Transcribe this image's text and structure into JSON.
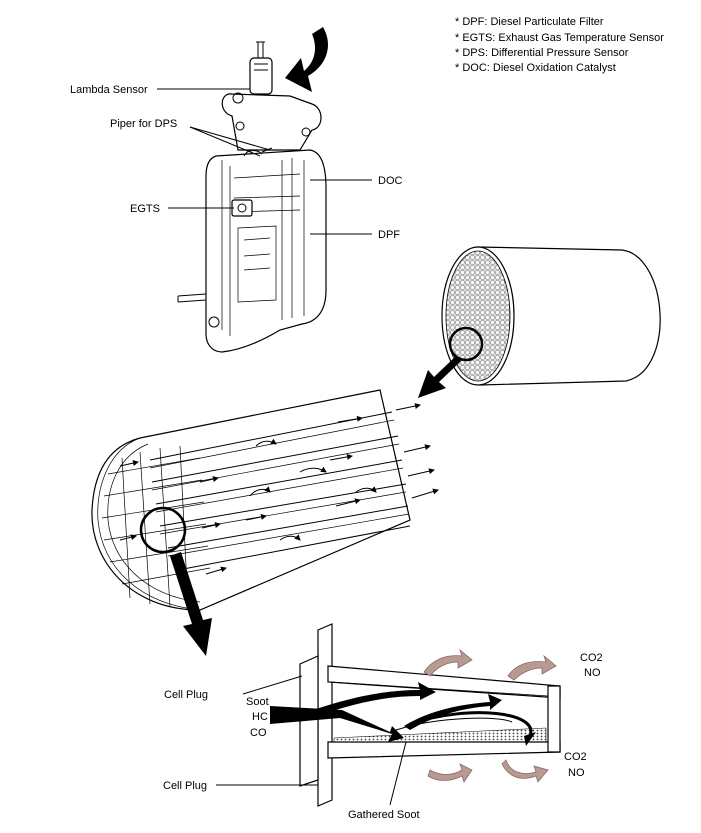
{
  "legend": [
    "* DPF: Diesel Particulate Filter",
    "* EGTS: Exhaust Gas Temperature Sensor",
    "* DPS: Differential Pressure Sensor",
    "* DOC: Diesel Oxidation Catalyst"
  ],
  "labels": {
    "lambda_sensor": "Lambda Sensor",
    "piper_dps": "Piper for DPS",
    "egts": "EGTS",
    "doc": "DOC",
    "dpf": "DPF",
    "cell_plug_top": "Cell Plug",
    "cell_plug_bottom": "Cell Plug",
    "soot": "Soot",
    "hc": "HC",
    "co": "CO",
    "co2_top": "CO2",
    "no_top": "NO",
    "co2_bottom": "CO2",
    "no_bottom": "NO",
    "gathered_soot": "Gathered Soot"
  },
  "colors": {
    "line": "#000000",
    "flow_arrow_gas": "#b89a93",
    "background": "#ffffff"
  }
}
